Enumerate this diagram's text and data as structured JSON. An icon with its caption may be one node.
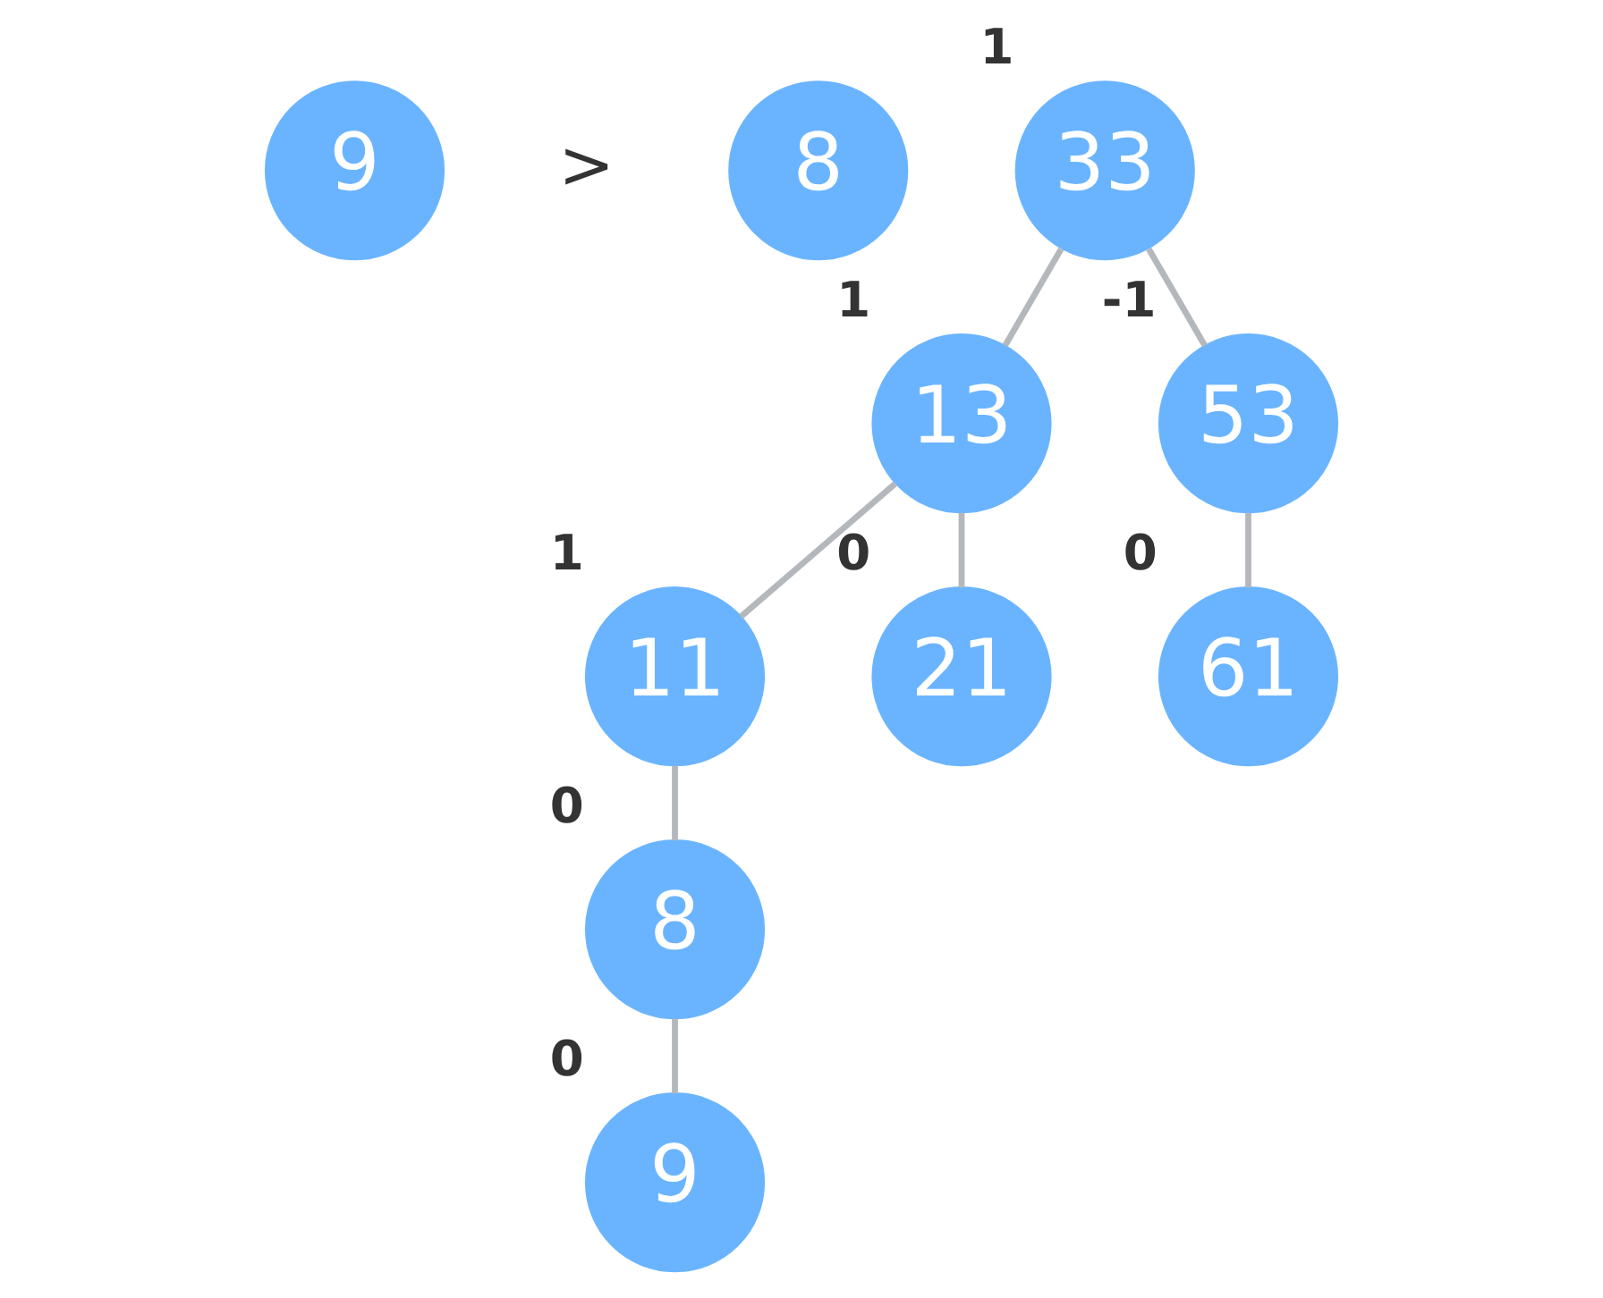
{
  "diagram": {
    "nodes": [
      {
        "text": [
          "9"
        ]
      },
      {
        "text": [
          "8"
        ]
      },
      {
        "text": [
          "33"
        ],
        "beside": [
          "1"
        ]
      },
      {
        "text": [
          "13"
        ],
        "beside": [
          "1"
        ]
      },
      {
        "text": [
          "53"
        ],
        "beside": [
          "-1"
        ]
      },
      {
        "text": [
          "11"
        ],
        "beside": [
          "1"
        ]
      },
      {
        "text": [
          "21"
        ],
        "beside": [
          "0"
        ]
      },
      {
        "text": [
          "61"
        ],
        "beside": [
          "0"
        ]
      },
      {
        "text": [
          "8"
        ],
        "beside": [
          "0"
        ]
      },
      {
        "text": [
          "9"
        ],
        "beside": [
          "0"
        ]
      }
    ],
    "edges": [
      {
        "from": 2,
        "to": 3,
        "arrow": "none"
      },
      {
        "from": 2,
        "to": 4,
        "arrow": "none"
      },
      {
        "from": 3,
        "to": 5,
        "arrow": "none"
      },
      {
        "from": 3,
        "to": 6,
        "arrow": "none"
      },
      {
        "from": 4,
        "to": 7,
        "arrow": "none"
      },
      {
        "from": 5,
        "to": 8,
        "arrow": "none"
      },
      {
        "from": 8,
        "to": 9,
        "arrow": "none"
      }
    ],
    "labels": [
      ">"
    ]
  }
}
